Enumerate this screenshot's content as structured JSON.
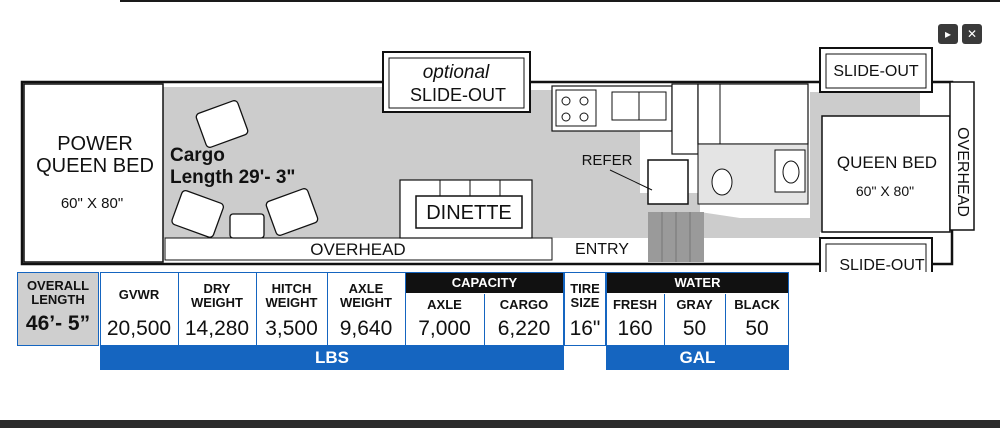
{
  "controls": {
    "play_label": "▸",
    "close_label": "✕"
  },
  "floorplan": {
    "left_bed": {
      "line1": "POWER",
      "line2": "QUEEN BED",
      "size": "60\" X 80\""
    },
    "cargo": {
      "line1": "Cargo",
      "line2": "Length 29'- 3\""
    },
    "optional_slideout": {
      "line1": "optional",
      "line2": "SLIDE-OUT"
    },
    "dinette": "DINETTE",
    "overhead": "OVERHEAD",
    "entry": "ENTRY",
    "refer": "REFER",
    "right_bed": {
      "label": "QUEEN BED",
      "size": "60\" X 80\""
    },
    "front_overhead": "OVERHEAD",
    "slideout_top": "SLIDE-OUT",
    "slideout_bottom": "SLIDE-OUT"
  },
  "specs": {
    "overall_length": {
      "label_line1": "OVERALL",
      "label_line2": "LENGTH",
      "value": "46’- 5”"
    },
    "gvwr": {
      "label": "GVWR",
      "value": "20,500"
    },
    "dry_weight": {
      "label_line1": "DRY",
      "label_line2": "WEIGHT",
      "value": "14,280"
    },
    "hitch_weight": {
      "label_line1": "HITCH",
      "label_line2": "WEIGHT",
      "value": "3,500"
    },
    "axle_weight": {
      "label_line1": "AXLE",
      "label_line2": "WEIGHT",
      "value": "9,640"
    },
    "capacity": {
      "header": "CAPACITY",
      "axle_label": "AXLE",
      "axle_value": "7,000",
      "cargo_label": "CARGO",
      "cargo_value": "6,220"
    },
    "tire": {
      "label_line1": "TIRE",
      "label_line2": "SIZE",
      "value": "16\""
    },
    "water": {
      "header": "WATER",
      "fresh_label": "FRESH",
      "fresh_value": "160",
      "gray_label": "GRAY",
      "gray_value": "50",
      "black_label": "BLACK",
      "black_value": "50"
    },
    "lbs_label": "LBS",
    "gal_label": "GAL"
  },
  "colors": {
    "accent_blue": "#1565c0",
    "floor_gray": "#cccccc",
    "header_black": "#111111",
    "length_gray": "#cfcfcf"
  }
}
